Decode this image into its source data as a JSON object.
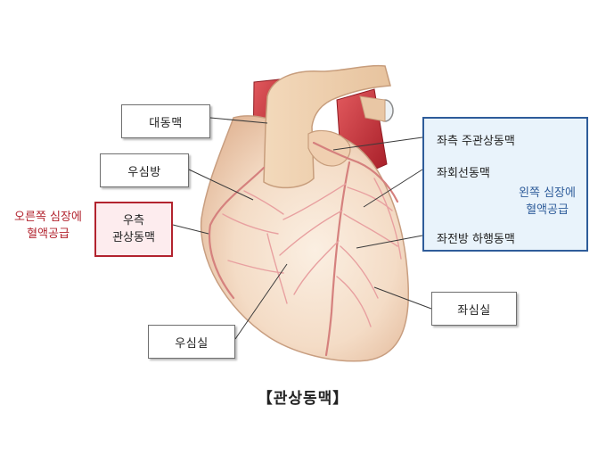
{
  "labels": {
    "aorta": "대동맥",
    "right_atrium": "우심방",
    "rca_line1": "우측",
    "rca_line2": "관상동맥",
    "right_supply_line1": "오른쪽 심장에",
    "right_supply_line2": "혈액공급",
    "left_main": "좌측 주관상동맥",
    "circumflex": "좌회선동맥",
    "lad": "좌전방 하행동맥",
    "left_supply_line1": "왼쪽 심장에",
    "left_supply_line2": "혈액공급",
    "left_ventricle": "좌심실",
    "right_ventricle": "우심실"
  },
  "caption": {
    "open": "【",
    "text": "관상동맥",
    "close": "】"
  },
  "colors": {
    "heart_muscle": "#f4dcc6",
    "aorta_red": "#c8323a",
    "vessel": "#e8a0a0",
    "artery": "#d5817e",
    "right_highlight": "#b2232e",
    "left_highlight": "#2e5c9a"
  }
}
